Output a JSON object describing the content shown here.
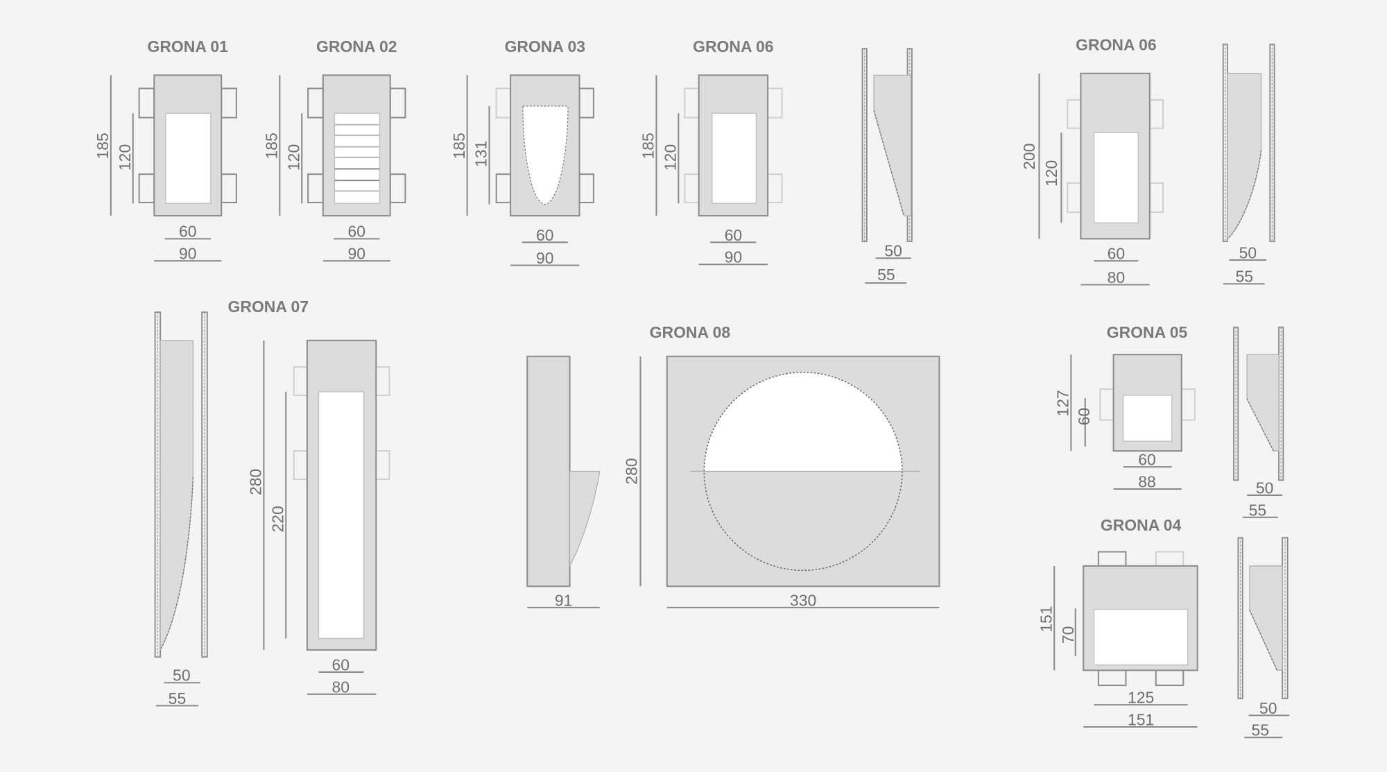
{
  "grona01": {
    "title": "GRONA 01",
    "height": "185",
    "window_height": "120",
    "window_width": "60",
    "width": "90"
  },
  "grona02": {
    "title": "GRONA 02",
    "height": "185",
    "window_height": "120",
    "window_width": "60",
    "width": "90"
  },
  "grona03": {
    "title": "GRONA 03",
    "height": "185",
    "window_height": "131",
    "window_width": "60",
    "width": "90"
  },
  "grona06a": {
    "title": "GRONA 06",
    "height": "185",
    "window_height": "120",
    "window_width": "60",
    "width": "90"
  },
  "side1": {
    "depth_inner": "50",
    "depth_outer": "55"
  },
  "grona06b": {
    "title": "GRONA 06",
    "height": "200",
    "window_height": "120",
    "window_width": "60",
    "width": "80"
  },
  "side2": {
    "depth_inner": "50",
    "depth_outer": "55"
  },
  "grona07": {
    "title": "GRONA 07",
    "height": "280",
    "window_height": "220",
    "window_width": "60",
    "width": "80",
    "side_depth_inner": "50",
    "side_depth_outer": "55"
  },
  "grona08": {
    "title": "GRONA 08",
    "side_depth": "91",
    "height": "280",
    "width": "330"
  },
  "grona05": {
    "title": "GRONA 05",
    "height": "127",
    "window_height": "60",
    "window_width": "60",
    "width": "88",
    "side_depth_inner": "50",
    "side_depth_outer": "55"
  },
  "grona04": {
    "title": "GRONA 04",
    "height": "151",
    "window_height": "70",
    "window_width": "125",
    "width": "151",
    "side_depth_inner": "50",
    "side_depth_outer": "55"
  }
}
